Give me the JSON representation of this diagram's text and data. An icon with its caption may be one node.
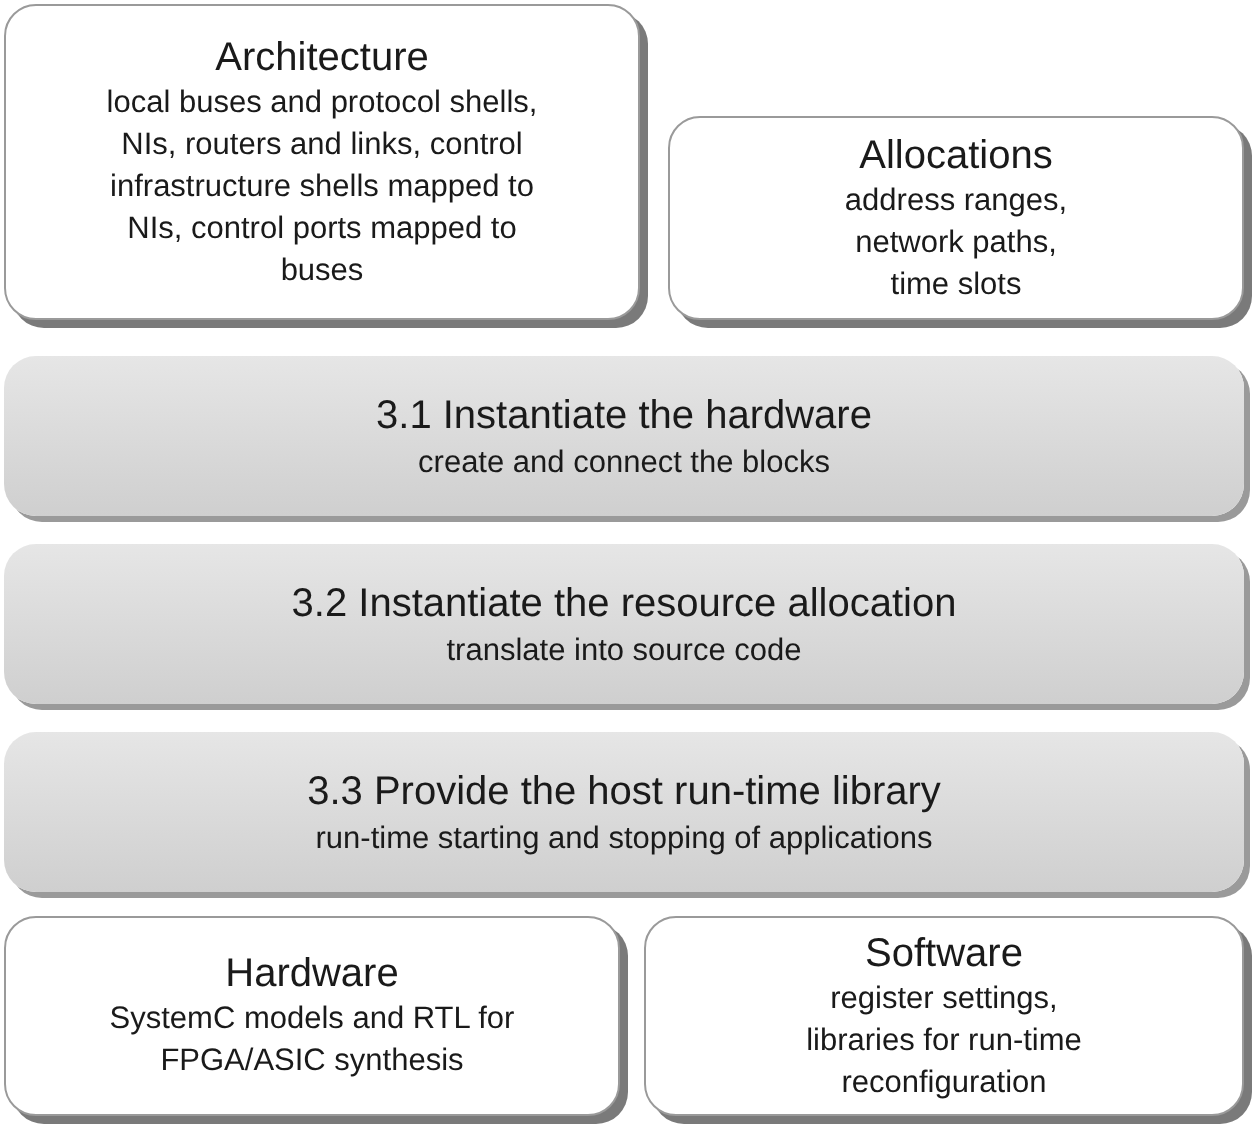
{
  "diagram": {
    "nodes": [
      {
        "text": [
          "Architecture",
          "local buses and protocol shells, NIs, routers and links, control infrastructure shells mapped to NIs, control ports mapped to buses"
        ]
      },
      {
        "text": [
          "Allocations",
          "address ranges, network paths, time slots"
        ]
      },
      {
        "text": [
          "3.1 Instantiate the hardware",
          "create and connect the blocks"
        ]
      },
      {
        "text": [
          "3.2 Instantiate the resource allocation",
          "translate into source code"
        ]
      },
      {
        "text": [
          "3.3 Provide the host run-time library",
          "run-time starting and stopping of applications"
        ]
      },
      {
        "text": [
          "Hardware",
          "SystemC models and RTL for FPGA/ASIC synthesis"
        ]
      },
      {
        "text": [
          "Software",
          "register settings, libraries for run-time reconfiguration"
        ]
      }
    ]
  }
}
